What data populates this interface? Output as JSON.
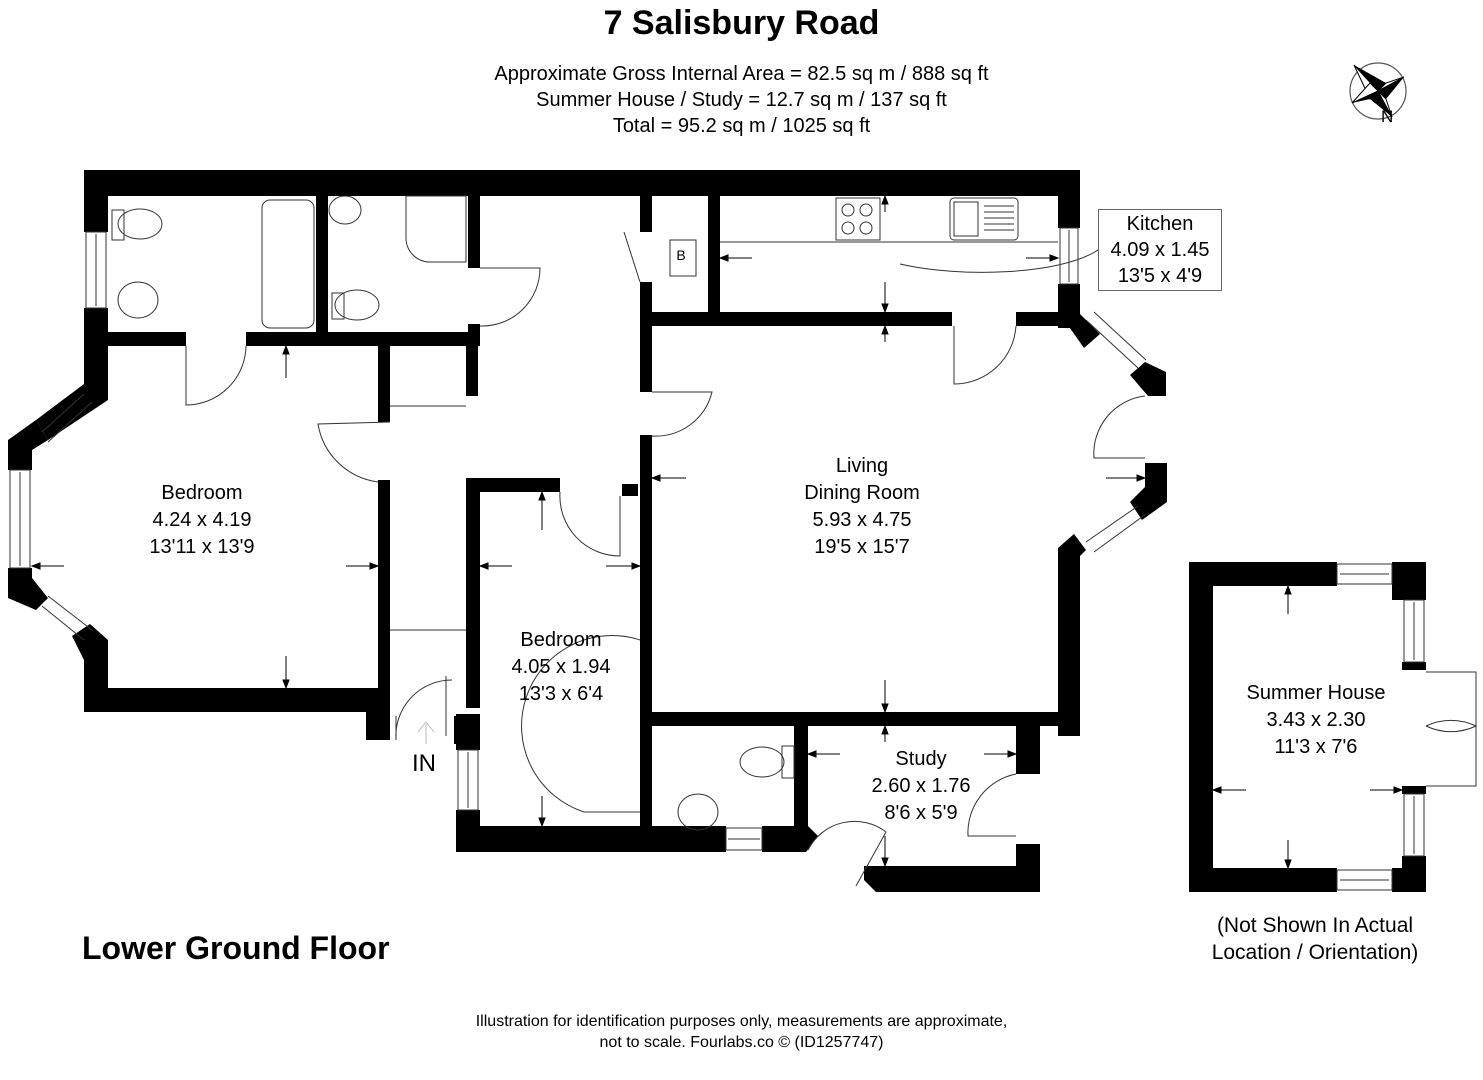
{
  "header": {
    "title": "7 Salisbury Road",
    "area_lines": [
      "Approximate Gross Internal Area = 82.5 sq m / 888 sq ft",
      "Summer House / Study = 12.7 sq m / 137 sq ft",
      "Total = 95.2 sq m / 1025 sq ft"
    ]
  },
  "compass": {
    "icon": "compass-rose-icon",
    "label": "N"
  },
  "rooms": {
    "kitchen": {
      "name": "Kitchen",
      "metric": "4.09 x 1.45",
      "imperial": "13'5 x 4'9"
    },
    "bedroom1": {
      "name": "Bedroom",
      "metric": "4.24 x 4.19",
      "imperial": "13'11 x 13'9"
    },
    "living": {
      "name_line1": "Living",
      "name_line2": "Dining Room",
      "metric": "5.93 x 4.75",
      "imperial": "19'5 x 15'7"
    },
    "bedroom2": {
      "name": "Bedroom",
      "metric": "4.05 x 1.94",
      "imperial": "13'3 x 6'4"
    },
    "study": {
      "name": "Study",
      "metric": "2.60 x 1.76",
      "imperial": "8'6 x 5'9"
    },
    "summer_house": {
      "name": "Summer House",
      "metric": "3.43 x 2.30",
      "imperial": "11'3 x 7'6"
    }
  },
  "fixtures": {
    "boiler_label": "B"
  },
  "entrance_label": "IN",
  "floor_name": "Lower Ground Floor",
  "summer_house_note": [
    "(Not Shown In Actual",
    "Location / Orientation)"
  ],
  "footer": [
    "Illustration for identification purposes only, measurements are approximate,",
    "not to scale. Fourlabs.co © (ID1257747)"
  ],
  "colors": {
    "wall": "#000000",
    "background": "#ffffff",
    "line": "#333333"
  }
}
